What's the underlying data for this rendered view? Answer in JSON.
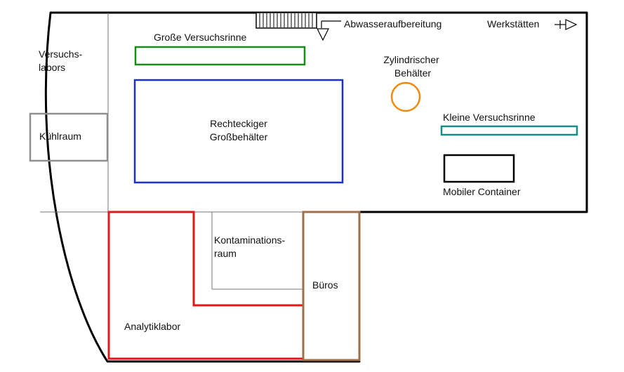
{
  "rooms": {
    "versuchslabors": [
      "Versuchs-",
      "labors"
    ],
    "kuehlraum": "Kühlraum",
    "kontamination": [
      "Kontaminations-",
      "raum"
    ],
    "bueros": "Büros",
    "analytiklabor": "Analytiklabor"
  },
  "equipment": {
    "grosse_rinne": "Große Versuchsrinne",
    "rechteckiger_behaelter": [
      "Rechteckiger",
      "Großbehälter"
    ],
    "zylindrischer_behaelter": [
      "Zylindrischer",
      "Behälter"
    ],
    "kleine_rinne": "Kleine Versuchsrinne",
    "mobiler_container": "Mobiler Container"
  },
  "connections": {
    "abwasser": "Abwasseraufbereitung",
    "werkstaetten": "Werkstätten"
  },
  "colors": {
    "outline": "#000000",
    "grosse_rinne": "#1a8a1a",
    "rechteckiger_behaelter": "#1a2fd6",
    "zylindrischer_behaelter": "#f08a10",
    "kleine_rinne": "#1a8a8a",
    "kuehlraum": "#909090",
    "bueros": "#a0704a",
    "analytiklabor": "#e01818",
    "partition": "#777777"
  }
}
